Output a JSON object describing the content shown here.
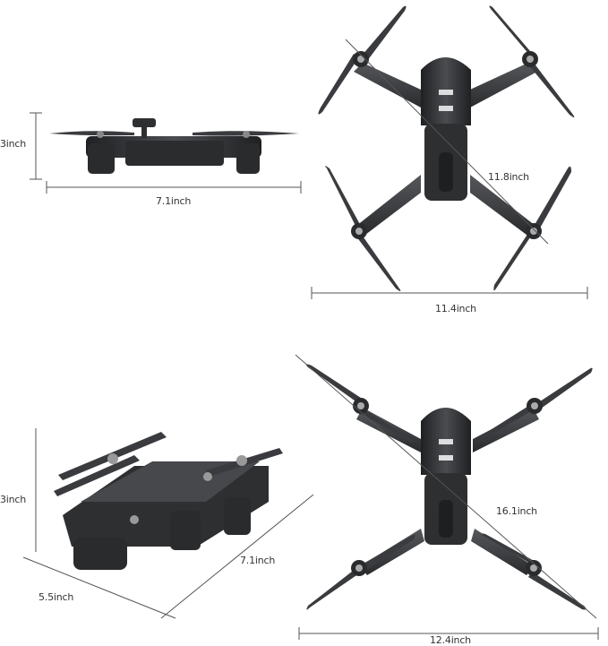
{
  "panels": {
    "side_view": {
      "height_label": "3inch",
      "width_label": "7.1inch"
    },
    "top_view_folded": {
      "diagonal_label": "11.8inch",
      "width_label": "11.4inch"
    },
    "angled_view": {
      "height_label": "3inch",
      "length_label": "7.1inch",
      "depth_label": "5.5inch"
    },
    "top_view_unfolded": {
      "diagonal_label": "16.1inch",
      "width_label": "12.4inch"
    }
  },
  "colors": {
    "drone_body": "#2e2f31",
    "drone_highlight": "#5a5c60",
    "dimension_line": "#555555"
  }
}
